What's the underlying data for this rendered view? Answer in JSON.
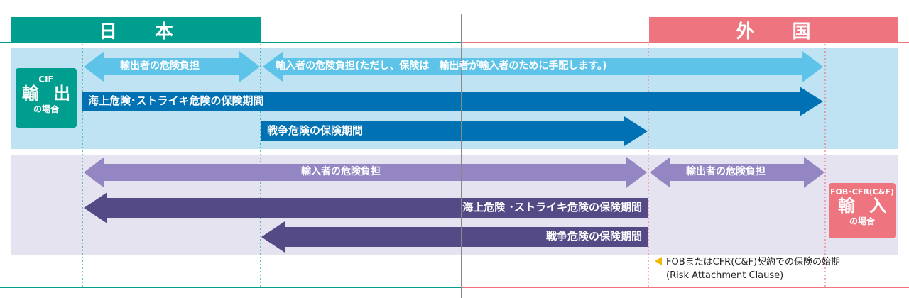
{
  "header": {
    "japan_label": "日 本",
    "foreign_label": "外 国"
  },
  "export_section": {
    "box_top": "CIF",
    "box_main": "輸 出",
    "box_sub": "の場合",
    "arrow_exporter_risk": "輸出者の危険負担",
    "arrow_importer_risk": "輸入者の危険負担(ただし、保険は　輸出者が輸入者のために手配します。)",
    "arrow_marine_strike": "海上危険･ストライキ危険の保険期間",
    "arrow_war": "戦争危険の保険期間"
  },
  "import_section": {
    "box_top": "FOB･CFR(C&F)",
    "box_main": "輸 入",
    "box_sub": "の場合",
    "arrow_importer_risk": "輸入者の危険負担",
    "arrow_exporter_risk": "輸出者の危険負担",
    "arrow_marine_strike": "海上危険 ･ストライキ危険の保険期間",
    "arrow_war": "戦争危険の保険期間"
  },
  "note": {
    "line1": "FOBまたはCFR(C&F)契約での保険の始期",
    "line2": "(Risk Attachment Clause)"
  },
  "colors": {
    "teal": "#009e8e",
    "pink": "#ee7480",
    "export_band": "#bfe3f2",
    "import_band": "#e6e3f1",
    "light_blue_arrow": "#5ec3e8",
    "dark_blue_arrow": "#0071b3",
    "lavender_arrow": "#9386c2",
    "dark_purple_arrow": "#544a86",
    "note_marker": "#f2b705"
  }
}
